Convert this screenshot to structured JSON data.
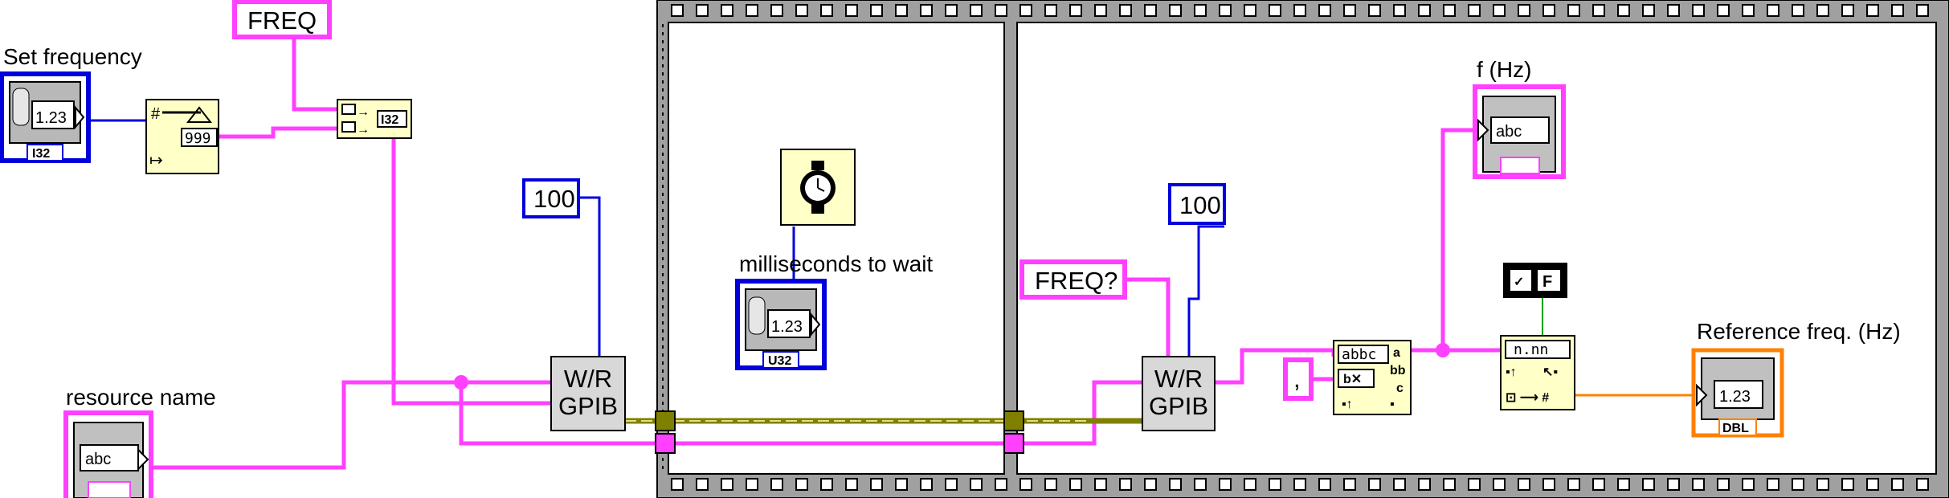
{
  "labels": {
    "set_frequency": "Set frequency",
    "resource_name": "resource name",
    "milliseconds_to_wait": "milliseconds to wait",
    "f_hz": "f (Hz)",
    "reference_freq": "Reference freq. (Hz)"
  },
  "constants": {
    "freq_cmd": "FREQ",
    "freq_query": "FREQ?",
    "timeout_1": "100",
    "timeout_2": "100",
    "separator": ","
  },
  "controls": {
    "set_frequency_value": "1.23",
    "set_frequency_type": "I32",
    "ms_wait_value": "1.23",
    "ms_wait_type": "U32",
    "resource_value": "abc",
    "f_hz_value": "abc",
    "reference_value": "1.23",
    "reference_type": "DBL"
  },
  "nodes": {
    "gpib_1_line1": "W/R",
    "gpib_1_line2": "GPIB",
    "gpib_2_line1": "W/R",
    "gpib_2_line2": "GPIB",
    "num_to_str": "999",
    "str_to_num": "n.nn",
    "concat_type": "I32",
    "bool_const": "F",
    "match_pattern": "abbc"
  },
  "colors": {
    "string_wire": "#ff40ff",
    "integer_wire": "#0000dd",
    "double_wire": "#ff8000",
    "error_wire": "#808000",
    "frame": "#808080",
    "node_fill": "#ffffc8",
    "gpib_fill": "#d8d8d8"
  }
}
